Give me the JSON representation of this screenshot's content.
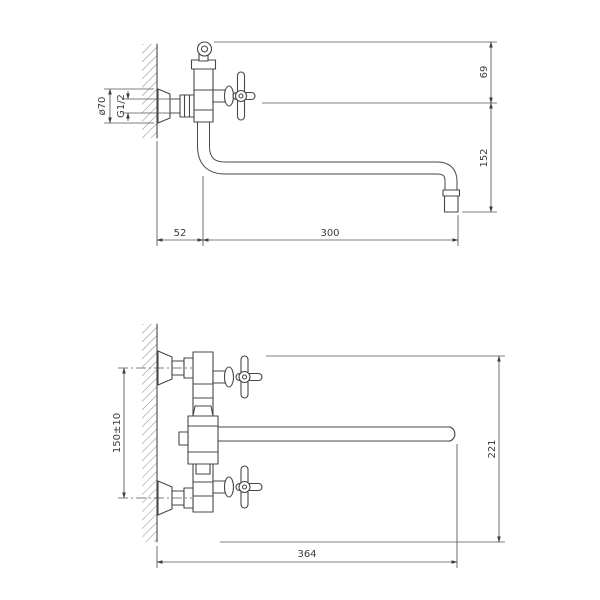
{
  "drawing": {
    "background": "#ffffff",
    "line_color": "#474747",
    "dim_color": "#3d3d3d"
  },
  "top_view": {
    "dimensions": {
      "flange_diameter": "ø70",
      "thread_size": "G1/2",
      "holder_height": "69",
      "spout_drop": "152",
      "wall_offset": "52",
      "spout_reach": "300"
    }
  },
  "front_view": {
    "dimensions": {
      "mount_spacing": "150±10",
      "overall_height": "221",
      "overall_width": "364"
    }
  }
}
